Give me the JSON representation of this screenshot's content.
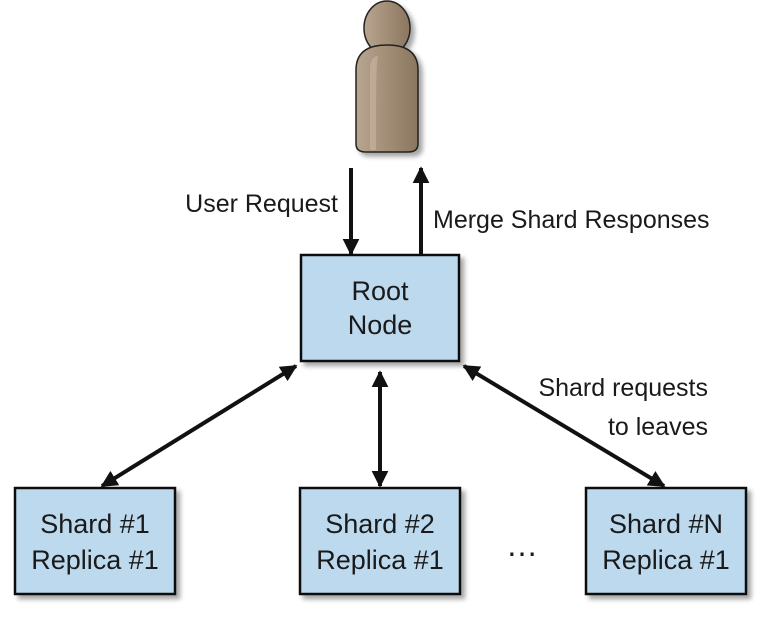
{
  "user": {
    "icon": "user-icon"
  },
  "labels": {
    "user_request": "User Request",
    "merge_responses": "Merge Shard Responses",
    "shard_requests_line1": "Shard requests",
    "shard_requests_line2": "to leaves",
    "ellipsis": "…"
  },
  "root": {
    "line1": "Root",
    "line2": "Node"
  },
  "shards": [
    {
      "line1": "Shard #1",
      "line2": "Replica #1"
    },
    {
      "line1": "Shard #2",
      "line2": "Replica #1"
    },
    {
      "line1": "Shard #N",
      "line2": "Replica #1"
    }
  ],
  "colors": {
    "node_fill": "#bcd9ee",
    "node_stroke": "#111111",
    "user_fill": "#a08b74",
    "arrow": "#111111"
  }
}
